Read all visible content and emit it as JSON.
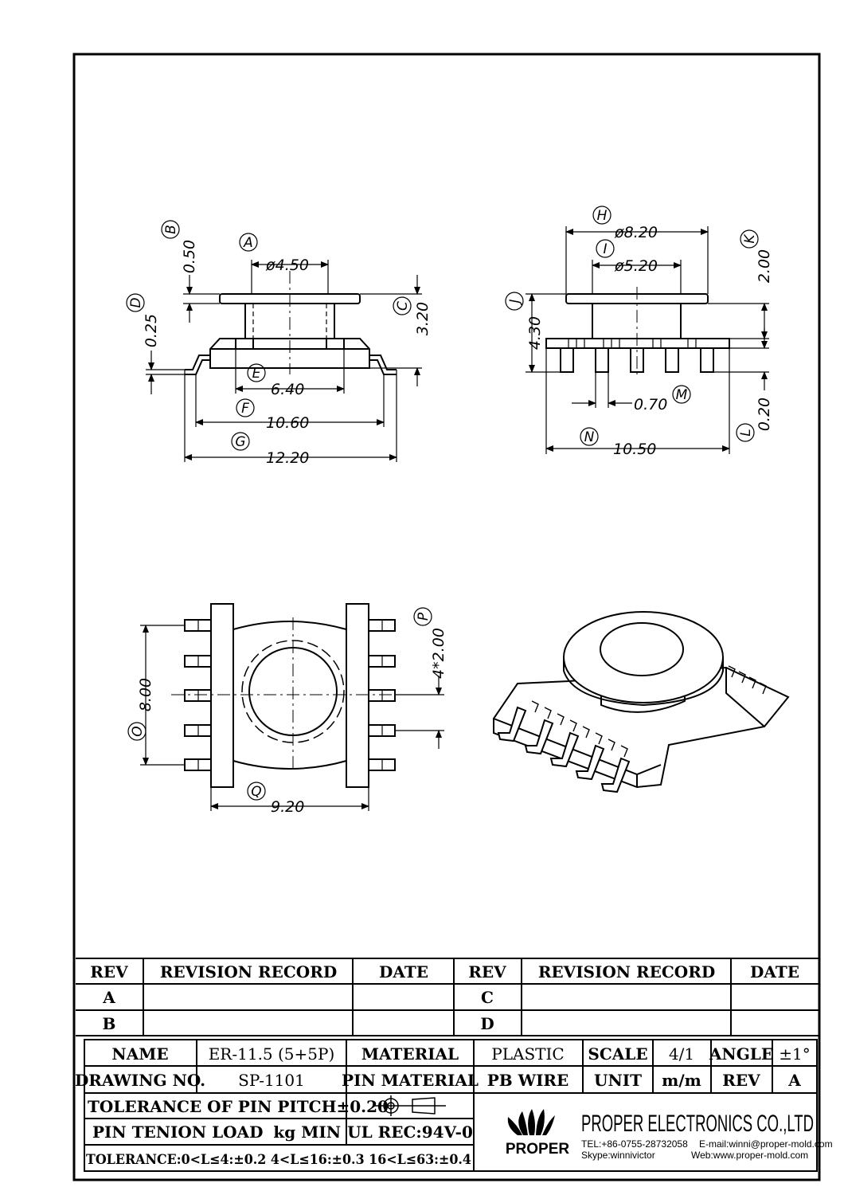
{
  "drawing": {
    "views": {
      "front": {
        "labels": [
          "A",
          "B",
          "C",
          "D",
          "E",
          "F",
          "G"
        ],
        "dims": {
          "A": "ø4.50",
          "B": "0.50",
          "C": "3.20",
          "D": "0.25",
          "E": "6.40",
          "F": "10.60",
          "G": "12.20"
        }
      },
      "side": {
        "labels": [
          "H",
          "I",
          "J",
          "K",
          "L",
          "M",
          "N"
        ],
        "dims": {
          "H": "ø8.20",
          "I": "ø5.20",
          "J": "4.30",
          "K": "2.00",
          "L": "0.20",
          "M": "0.70",
          "N": "10.50"
        }
      },
      "top": {
        "labels": [
          "O",
          "P",
          "Q"
        ],
        "dims": {
          "O": "8.00",
          "P": "4*2.00",
          "Q": "9.20"
        }
      }
    }
  },
  "revision_table": {
    "header_rev": "REV",
    "header_record": "REVISION RECORD",
    "header_date": "DATE",
    "left_revs": [
      "A",
      "B"
    ],
    "right_revs": [
      "C",
      "D"
    ]
  },
  "title_block": {
    "name_label": "NAME",
    "name_value": "ER-11.5 (5+5P)",
    "material_label": "MATERIAL",
    "material_value": "PLASTIC",
    "scale_label": "SCALE",
    "scale_value": "4/1",
    "angle_label": "ANGLE",
    "angle_value": "±1°",
    "drawing_no_label": "DRAWING NO.",
    "drawing_no_value": "SP-1101",
    "pin_material_label": "PIN MATERIAL",
    "pin_material_value": "PB WIRE",
    "unit_label": "UNIT",
    "unit_value": "m/m",
    "rev_label": "REV",
    "rev_value": "A",
    "tol_pitch": "TOLERANCE OF PIN PITCH±0.20",
    "pin_tenion": "PIN TENION LOAD",
    "kg_min": "kg MIN",
    "ul_rec": "UL REC:94V-0",
    "tolerance_line": "TOLERANCE:0<L≤4:±0.2  4<L≤16:±0.3  16<L≤63:±0.4"
  },
  "company": {
    "name": "PROPER ELECTRONICS CO.,LTD",
    "logo_text": "PROPER",
    "tel": "TEL:+86-0755-28732058",
    "email": "E-mail:winni@proper-mold.com",
    "skype": "Skype:winnivictor",
    "web": "Web:www.proper-mold.com"
  }
}
